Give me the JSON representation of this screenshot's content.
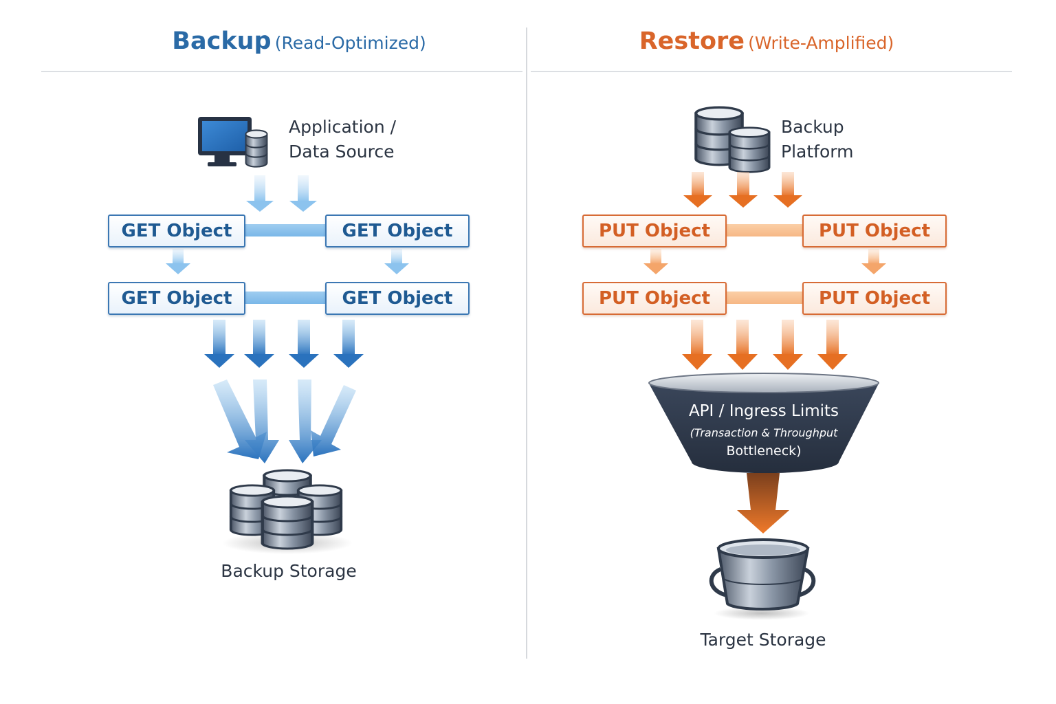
{
  "left_panel": {
    "title": "Backup",
    "subtitle": "(Read-Optimized)",
    "source_label_line1": "Application /",
    "source_label_line2": "Data Source",
    "operations": [
      "GET Object",
      "GET Object",
      "GET Object",
      "GET Object"
    ],
    "destination_label": "Backup Storage"
  },
  "right_panel": {
    "title": "Restore",
    "subtitle": "(Write-Amplified)",
    "source_label_line1": "Backup",
    "source_label_line2": "Platform",
    "operations": [
      "PUT Object",
      "PUT Object",
      "PUT Object",
      "PUT Object"
    ],
    "bottleneck_title": "API / Ingress Limits",
    "bottleneck_line2": "(Transaction & Throughput",
    "bottleneck_line3": "Bottleneck)",
    "destination_label": "Target Storage"
  },
  "colors": {
    "backup_accent": "#2a6aa6",
    "restore_accent": "#d9652a",
    "funnel": "#2f3a4d",
    "text": "#2b3442"
  },
  "icons": [
    "monitor-icon",
    "database-icon",
    "storage-cluster-icon",
    "bucket-icon"
  ]
}
